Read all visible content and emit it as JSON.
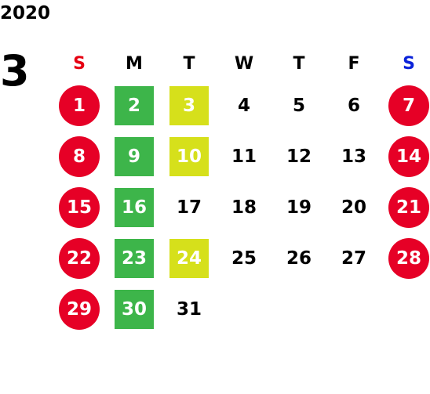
{
  "calendar": {
    "year": "2020",
    "month": "3",
    "weekdays": [
      "S",
      "M",
      "T",
      "W",
      "T",
      "F",
      "S"
    ],
    "weeks": [
      [
        {
          "d": "1",
          "s": "red"
        },
        {
          "d": "2",
          "s": "green"
        },
        {
          "d": "3",
          "s": "lime"
        },
        {
          "d": "4",
          "s": ""
        },
        {
          "d": "5",
          "s": ""
        },
        {
          "d": "6",
          "s": ""
        },
        {
          "d": "7",
          "s": "red"
        }
      ],
      [
        {
          "d": "8",
          "s": "red"
        },
        {
          "d": "9",
          "s": "green"
        },
        {
          "d": "10",
          "s": "lime"
        },
        {
          "d": "11",
          "s": ""
        },
        {
          "d": "12",
          "s": ""
        },
        {
          "d": "13",
          "s": ""
        },
        {
          "d": "14",
          "s": "red"
        }
      ],
      [
        {
          "d": "15",
          "s": "red"
        },
        {
          "d": "16",
          "s": "green"
        },
        {
          "d": "17",
          "s": ""
        },
        {
          "d": "18",
          "s": ""
        },
        {
          "d": "19",
          "s": ""
        },
        {
          "d": "20",
          "s": ""
        },
        {
          "d": "21",
          "s": "red"
        }
      ],
      [
        {
          "d": "22",
          "s": "red"
        },
        {
          "d": "23",
          "s": "green"
        },
        {
          "d": "24",
          "s": "lime"
        },
        {
          "d": "25",
          "s": ""
        },
        {
          "d": "26",
          "s": ""
        },
        {
          "d": "27",
          "s": ""
        },
        {
          "d": "28",
          "s": "red"
        }
      ],
      [
        {
          "d": "29",
          "s": "red"
        },
        {
          "d": "30",
          "s": "green"
        },
        {
          "d": "31",
          "s": ""
        },
        {
          "d": "",
          "s": ""
        },
        {
          "d": "",
          "s": ""
        },
        {
          "d": "",
          "s": ""
        },
        {
          "d": "",
          "s": ""
        }
      ]
    ],
    "colors": {
      "red": "#e60026",
      "green": "#3db54a",
      "lime": "#d6e01b",
      "sunday_label": "#e60012",
      "saturday_label": "#0b23d9"
    }
  }
}
